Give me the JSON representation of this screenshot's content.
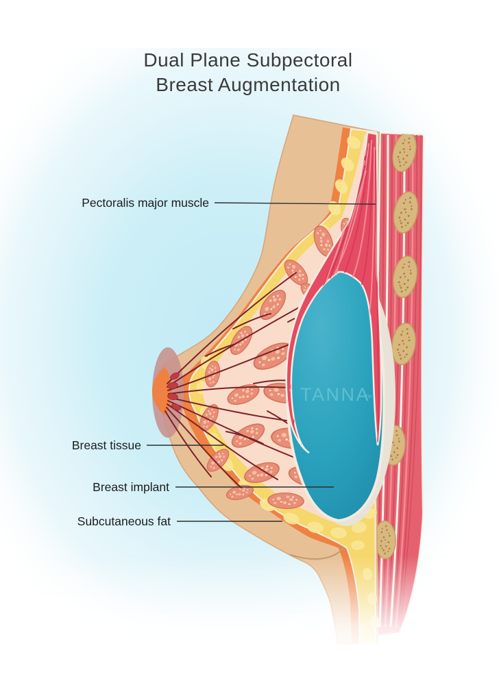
{
  "title": {
    "line1": "Dual Plane Subpectoral",
    "line2": "Breast Augmentation"
  },
  "labels": {
    "pectoralis": "Pectoralis major muscle",
    "breast_tissue": "Breast tissue",
    "breast_implant": "Breast implant",
    "subcutaneous_fat": "Subcutaneous fat"
  },
  "watermark": {
    "text": "TANNA",
    "mark": "™"
  },
  "palette": {
    "background_glow": "#c4ebf5",
    "skin": "#e8c096",
    "dermis": "#ef8142",
    "fat": "#f5d76b",
    "fat_lobule": "#f9e694",
    "breast_tissue_bg": "#fadcca",
    "lobule": "#e98e76",
    "duct": "#7a2127",
    "areola": "#c8928f",
    "implant": "#2aa2bd",
    "muscle": "#e54b62",
    "muscle_deep": "#e6616f",
    "bone": "#d8b87f",
    "fascia_cream": "#f4eee2"
  }
}
